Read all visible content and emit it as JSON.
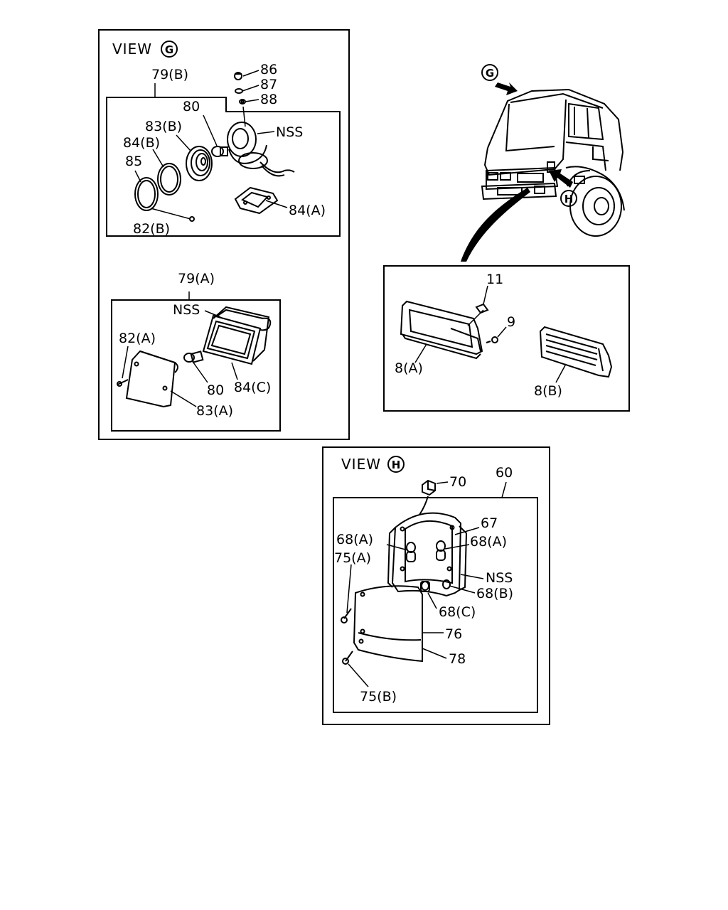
{
  "views": {
    "g": {
      "title": "VIEW",
      "letter": "G"
    },
    "h": {
      "title": "VIEW",
      "letter": "H"
    }
  },
  "truck": {
    "arrow_g": "G",
    "arrow_h": "H"
  },
  "labels": {
    "p86": "86",
    "p87": "87",
    "p88": "88",
    "p79b": "79(B)",
    "p80_top": "80",
    "nss_top": "NSS",
    "p83b": "83(B)",
    "p84b": "84(B)",
    "p85": "85",
    "p84a": "84(A)",
    "p82b": "82(B)",
    "p79a": "79(A)",
    "nss_mid": "NSS",
    "p82a": "82(A)",
    "p80_mid": "80",
    "p84c": "84(C)",
    "p83a": "83(A)",
    "p11": "11",
    "p9": "9",
    "p8a": "8(A)",
    "p8b": "8(B)",
    "p70": "70",
    "p60": "60",
    "p67": "67",
    "p68a_left": "68(A)",
    "p68a_right": "68(A)",
    "p75a": "75(A)",
    "nss_h": "NSS",
    "p68b": "68(B)",
    "p68c": "68(C)",
    "p76": "76",
    "p78": "78",
    "p75b": "75(B)"
  }
}
